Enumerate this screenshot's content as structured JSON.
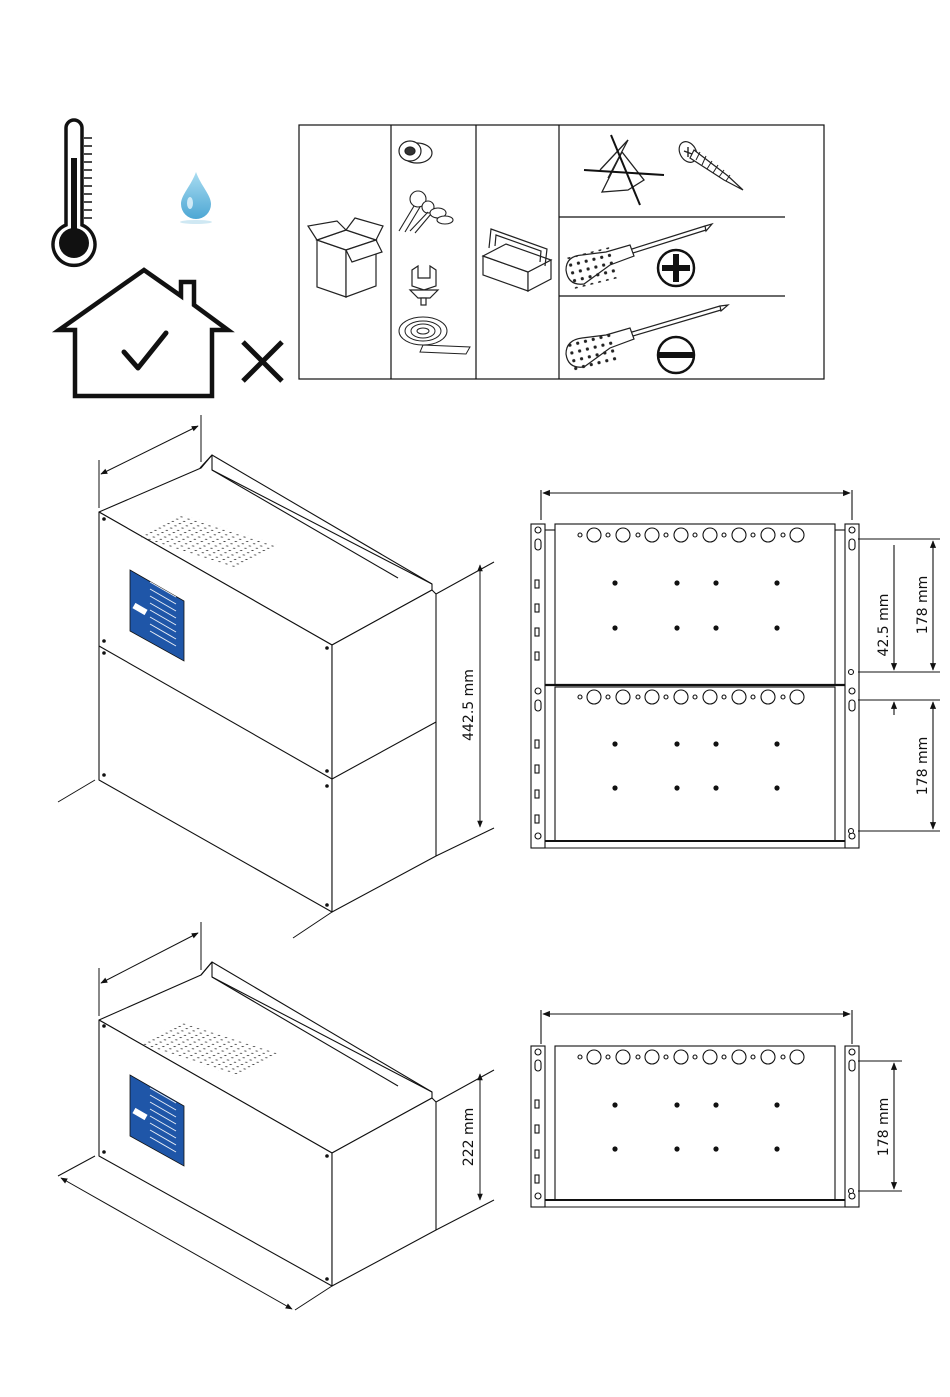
{
  "dimensions": {
    "tall_height": "442.5 mm",
    "small_height": "222 mm",
    "spacing_upper": "178 mm",
    "spacing_gap": "42.5 mm",
    "spacing_lower": "178 mm",
    "spacing_small": "178 mm"
  },
  "icons": {
    "environment": [
      "thermometer-icon",
      "water-drop-icon",
      "indoor-house-icon",
      "outdoor-not-allowed-icon"
    ],
    "package_contents": [
      "box-icon",
      "grommet-icon",
      "cable-ties-icon",
      "cable-clip-icon",
      "tape-roll-icon"
    ],
    "tools": [
      "toolbox-icon",
      "no-wall-plug-icon",
      "self-tapping-screw-icon",
      "phillips-screwdriver-icon",
      "flat-screwdriver-icon"
    ]
  },
  "colors": {
    "line": "#111111",
    "display_blue": "#1f56a8",
    "drop_blue": "#7fc3e3"
  }
}
